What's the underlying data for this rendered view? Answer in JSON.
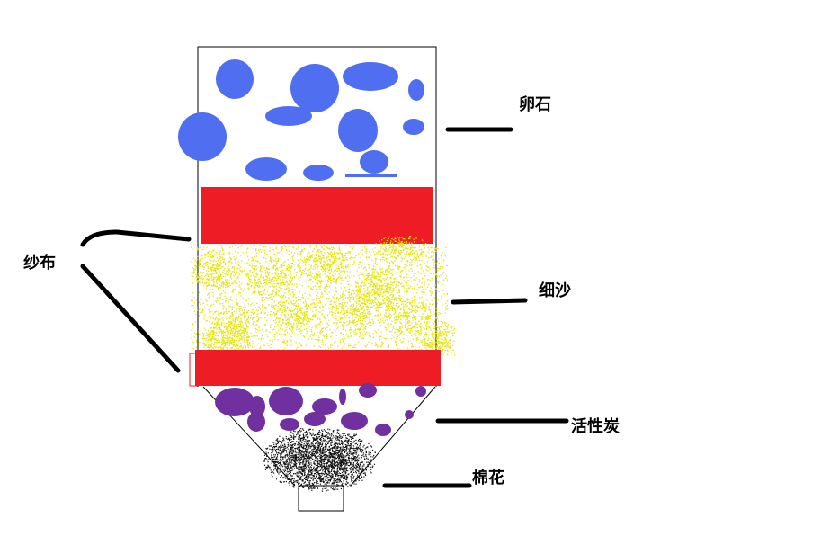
{
  "labels": {
    "pebbles": "卵石",
    "gauze": "纱布",
    "fine_sand": "细沙",
    "activated_carbon": "活性炭",
    "cotton": "棉花"
  },
  "colors": {
    "pebble": "#4f6ef0",
    "gauze": "#ee1c24",
    "sand": "#e6e600",
    "carbon": "#7030a0",
    "cotton": "#111111",
    "outline": "#000000"
  }
}
